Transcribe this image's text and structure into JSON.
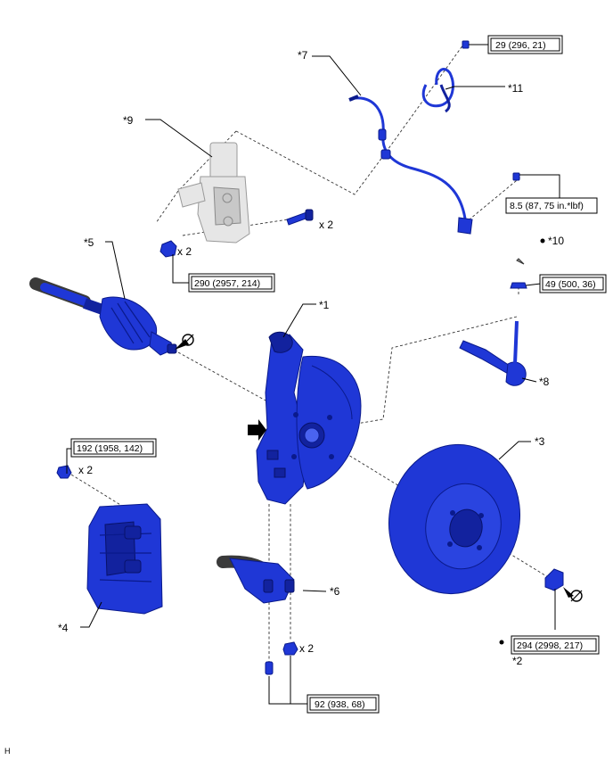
{
  "callouts": {
    "c1": "*1",
    "c2": "*2",
    "c3": "*3",
    "c4": "*4",
    "c5": "*5",
    "c6": "*6",
    "c7": "*7",
    "c8": "*8",
    "c9": "*9",
    "c10": "*10",
    "c11": "*11"
  },
  "torque": {
    "t29": "29 (296, 21)",
    "t85": "8.5 (87, 75 in.*lbf)",
    "t290": "290 (2957, 214)",
    "t49": "49 (500, 36)",
    "t192": "192 (1958, 142)",
    "t294": "294 (2998, 217)",
    "t92": "92 (938, 68)"
  },
  "quantity": {
    "q_strut_bolt": "x 2",
    "q_strut_nut": "x 2",
    "q_caliper": "x 2",
    "q_arm": "x 2"
  },
  "corner_mark": "H"
}
